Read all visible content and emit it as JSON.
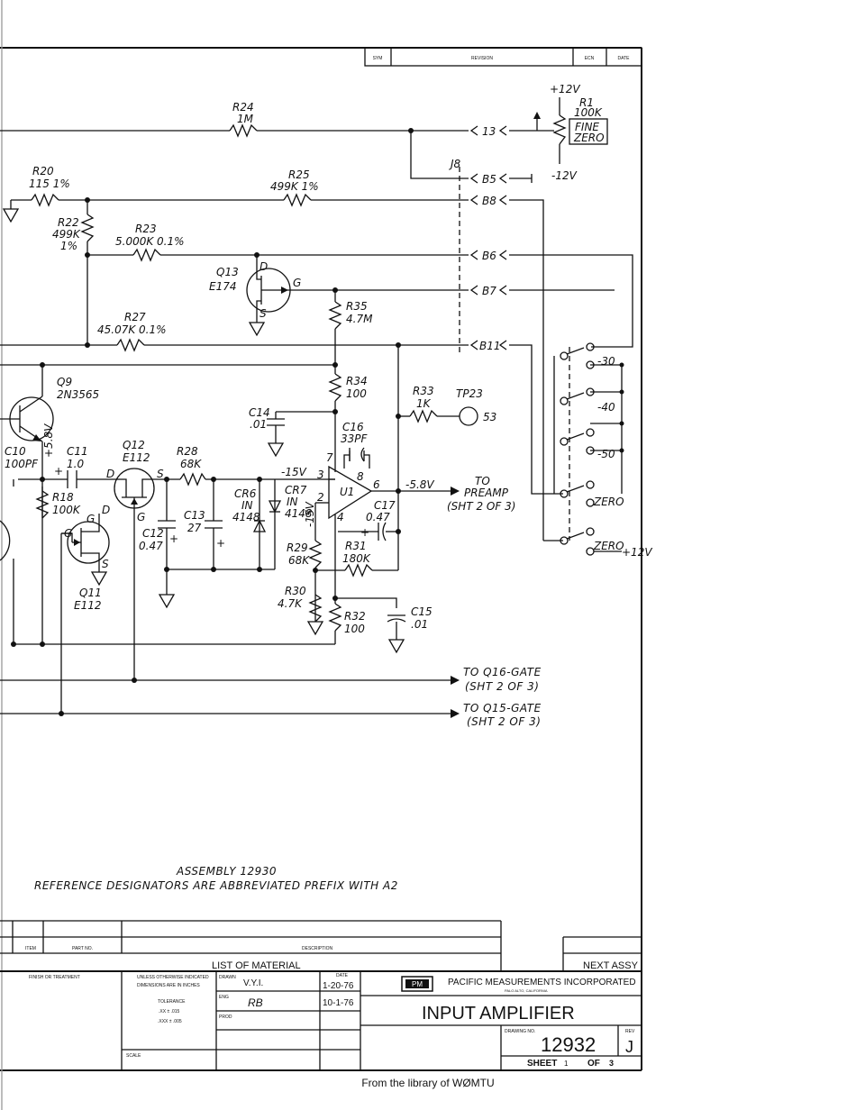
{
  "labels": {
    "r24": "R24",
    "r24v": "1M",
    "plus12": "+12V",
    "r1": "R1",
    "r1v": "100K",
    "fine": "FINE",
    "zero": "ZERO",
    "minus12": "-12V",
    "n13": "13",
    "j8": "J8",
    "b5": "B5",
    "b8": "B8",
    "b6": "B6",
    "b7": "B7",
    "b11": "B11",
    "r20": "R20",
    "r20v": "115 1%",
    "r25": "R25",
    "r25v": "499K 1%",
    "r22": "R22",
    "r22v": "499K",
    "r22t": "1%",
    "r23": "R23",
    "r23v": "5.000K 0.1%",
    "q13": "Q13",
    "q13v": "E174",
    "d": "D",
    "g": "G",
    "s": "S",
    "r35": "R35",
    "r35v": "4.7M",
    "r27": "R27",
    "r27v": "45.07K 0.1%",
    "q9": "Q9",
    "q9v": "2N3565",
    "r34": "R34",
    "r34v": "100",
    "r33": "R33",
    "r33v": "1K",
    "tp23": "TP23",
    "tp23n": "53",
    "c14": "C14",
    "c14v": ".01",
    "c16": "C16",
    "c16v": "33PF",
    "sw30": "-30",
    "sw40": "-40",
    "sw50": "-50",
    "swzero": "ZERO",
    "swzero2": "ZERO",
    "sw12": "+12V",
    "c10": "C10",
    "c10v": "100PF",
    "v58": "+5.8V",
    "c11": "C11",
    "c11v": "1.0",
    "q12": "Q12",
    "q12v": "E112",
    "r28": "R28",
    "r28v": "68K",
    "m15": "-15V",
    "p7": "7",
    "p3": "3",
    "p8": "8",
    "p2": "2",
    "p4": "4",
    "p6": "6",
    "u1": "U1",
    "v58n": "-5.8V",
    "to": "TO",
    "preamp": "PREAMP",
    "sht2": "(SHT 2 OF 3)",
    "cr6": "CR6",
    "cr6a": "IN",
    "cr6b": "4148",
    "cr7": "CR7",
    "cr7a": "IN",
    "cr7b": "4148",
    "c17": "C17",
    "c17v": "0.47",
    "r18": "R18",
    "r18v": "100K",
    "c12": "C12",
    "c12v": "0.47",
    "c13": "C13",
    "c13v": "27",
    "m15b": "-15V",
    "r29": "R29",
    "r29v": "68K",
    "r31": "R31",
    "r31v": "180K",
    "q11": "Q11",
    "q11v": "E112",
    "r30": "R30",
    "r30v": "4.7K",
    "r32": "R32",
    "r32v": "100",
    "c15": "C15",
    "c15v": ".01",
    "toq16": "TO Q16-GATE",
    "sht2b": "(SHT 2 OF 3)",
    "toq15": "TO Q15-GATE",
    "sht2c": "(SHT 2 OF 3)",
    "assembly": "ASSEMBLY 12930",
    "refdes": "REFERENCE DESIGNATORS ARE ABBREVIATED PREFIX WITH A2"
  },
  "title_block": {
    "sym": "SYM",
    "revision": "REVISION",
    "ecn": "ECN",
    "date_h": "DATE",
    "item": "ITEM",
    "part_no": "PART NO.",
    "description": "DESCRIPTION",
    "list_of_material": "LIST OF MATERIAL",
    "next_assy": "NEXT ASSY",
    "finish": "FINISH OR TREATMENT",
    "unless1": "UNLESS OTHERWISE INDICATED",
    "unless2": "DIMENSIONS ARE IN INCHES",
    "tolerance": "TOLERANCE",
    "tol1": ".XX ± .015",
    "tol2": ".XXX ± .005",
    "scale": "SCALE",
    "drawn": "DRAWN",
    "drawn_by": "V.Y.I.",
    "date_label": "DATE",
    "date1": "1-20-76",
    "eng": "ENG",
    "eng_by": "RB",
    "date2": "10-1-76",
    "prod": "PROD",
    "pm_logo": "PM",
    "company": "PACIFIC MEASUREMENTS INCORPORATED",
    "location": "PALO ALTO, CALIFORNIA",
    "title": "INPUT AMPLIFIER",
    "drawing_no_label": "DRAWING NO.",
    "drawing_no": "12932",
    "rev_label": "REV",
    "rev": "J",
    "sheet": "SHEET",
    "sheet_no": "1",
    "of": "OF",
    "sheet_total": "3"
  },
  "footer": "From the library of WØMTU"
}
